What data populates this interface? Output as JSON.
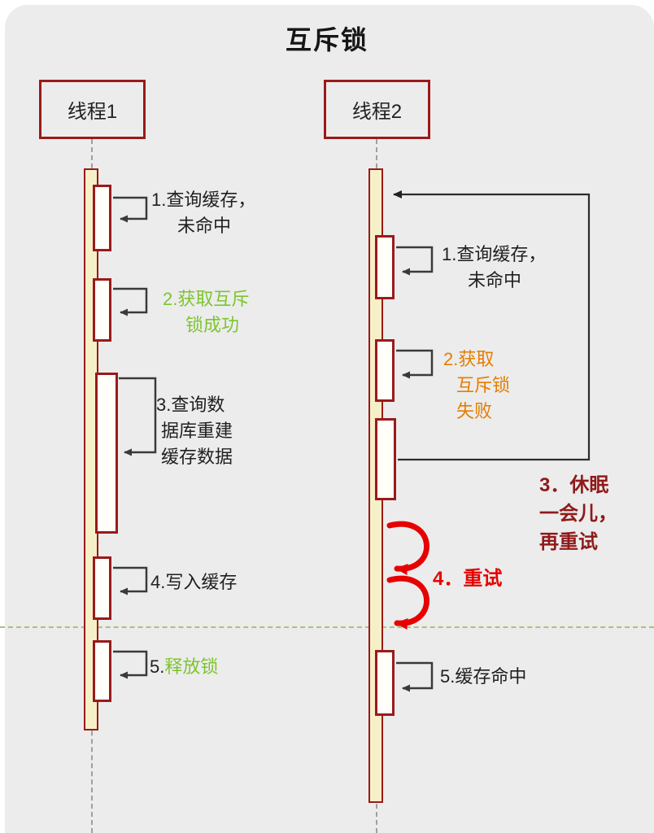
{
  "title": "互斥锁",
  "colors": {
    "panel_bg": "#ececec",
    "border_dark_red": "#9a1a1a",
    "bar_fill": "#f6f0c8",
    "sub_activation_fill": "#fffef9",
    "text_black": "#1f1f1f",
    "text_green": "#7dc52f",
    "text_orange": "#e67d00",
    "text_dark_red": "#8f1a1a",
    "arrow_red": "#e60202",
    "arrow_gray": "#3a3a3a",
    "divider_green": "#a9c478",
    "lifeline_gray": "#9f9f9f"
  },
  "thread1": {
    "label": "线程1",
    "step1": {
      "line1": "1.查询缓存，",
      "line2": "未命中"
    },
    "step2": {
      "line1": "2.获取互斥",
      "line2": "锁成功"
    },
    "step3": {
      "line1": "3.查询数",
      "line2": "据库重建",
      "line3": "缓存数据"
    },
    "step4": {
      "line1": "4.写入缓存"
    },
    "step5": {
      "prefix": "5.",
      "text": "释放锁"
    }
  },
  "thread2": {
    "label": "线程2",
    "step1": {
      "line1": "1.查询缓存，",
      "line2": "未命中"
    },
    "step2": {
      "line1": "2.获取",
      "line2": "互斥锁",
      "line3": "失败"
    },
    "step3": {
      "line1": "3．休眠",
      "line2": "一会儿，",
      "line3": "再重试"
    },
    "step4": {
      "line1": "4．重试"
    },
    "step5": {
      "line1": "5.缓存命中"
    }
  }
}
